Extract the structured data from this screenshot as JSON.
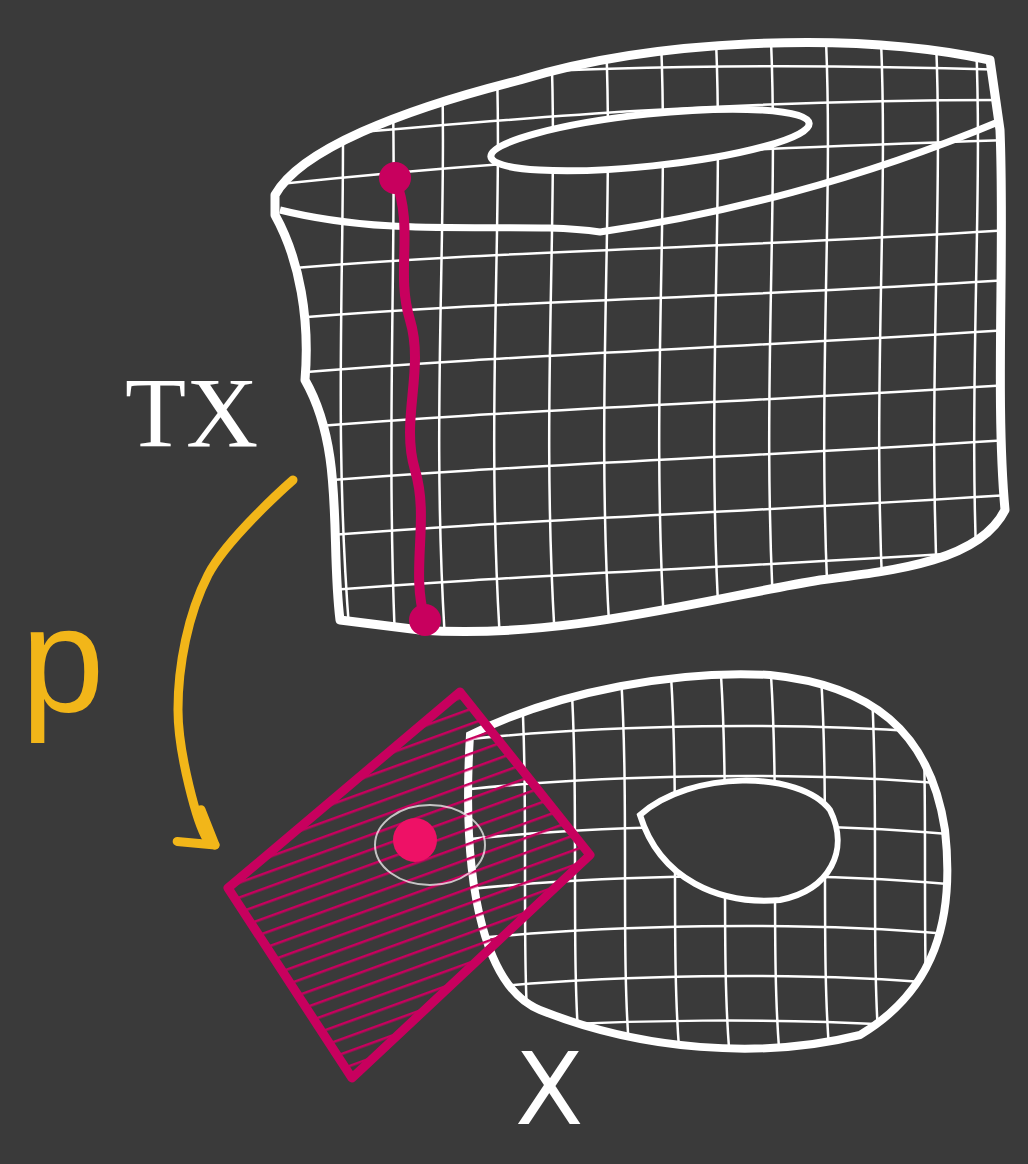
{
  "diagram": {
    "nodes": [
      {
        "text": [
          "TX"
        ]
      },
      {
        "text": [
          "X"
        ]
      }
    ],
    "edges": [
      {
        "from": 0,
        "to": 1,
        "arrow": "to",
        "label": "p"
      }
    ]
  }
}
